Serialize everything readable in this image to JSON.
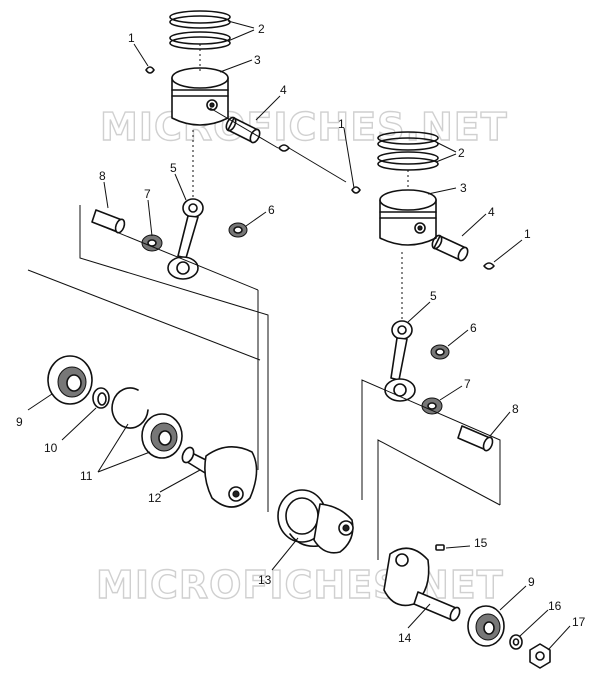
{
  "watermark": "MICROFICHES.NET",
  "callouts": {
    "c1a": "1",
    "c2a": "2",
    "c3a": "3",
    "c4a": "4",
    "c1b": "1",
    "c2b": "2",
    "c3b": "3",
    "c4b": "4",
    "c1c": "1",
    "c8a": "8",
    "c7a": "7",
    "c5a": "5",
    "c6a": "6",
    "c5b": "5",
    "c6b": "6",
    "c7b": "7",
    "c8b": "8",
    "c9a": "9",
    "c10": "10",
    "c11": "11",
    "c12": "12",
    "c13": "13",
    "c14": "14",
    "c15": "15",
    "c9b": "9",
    "c16": "16",
    "c17": "17"
  }
}
